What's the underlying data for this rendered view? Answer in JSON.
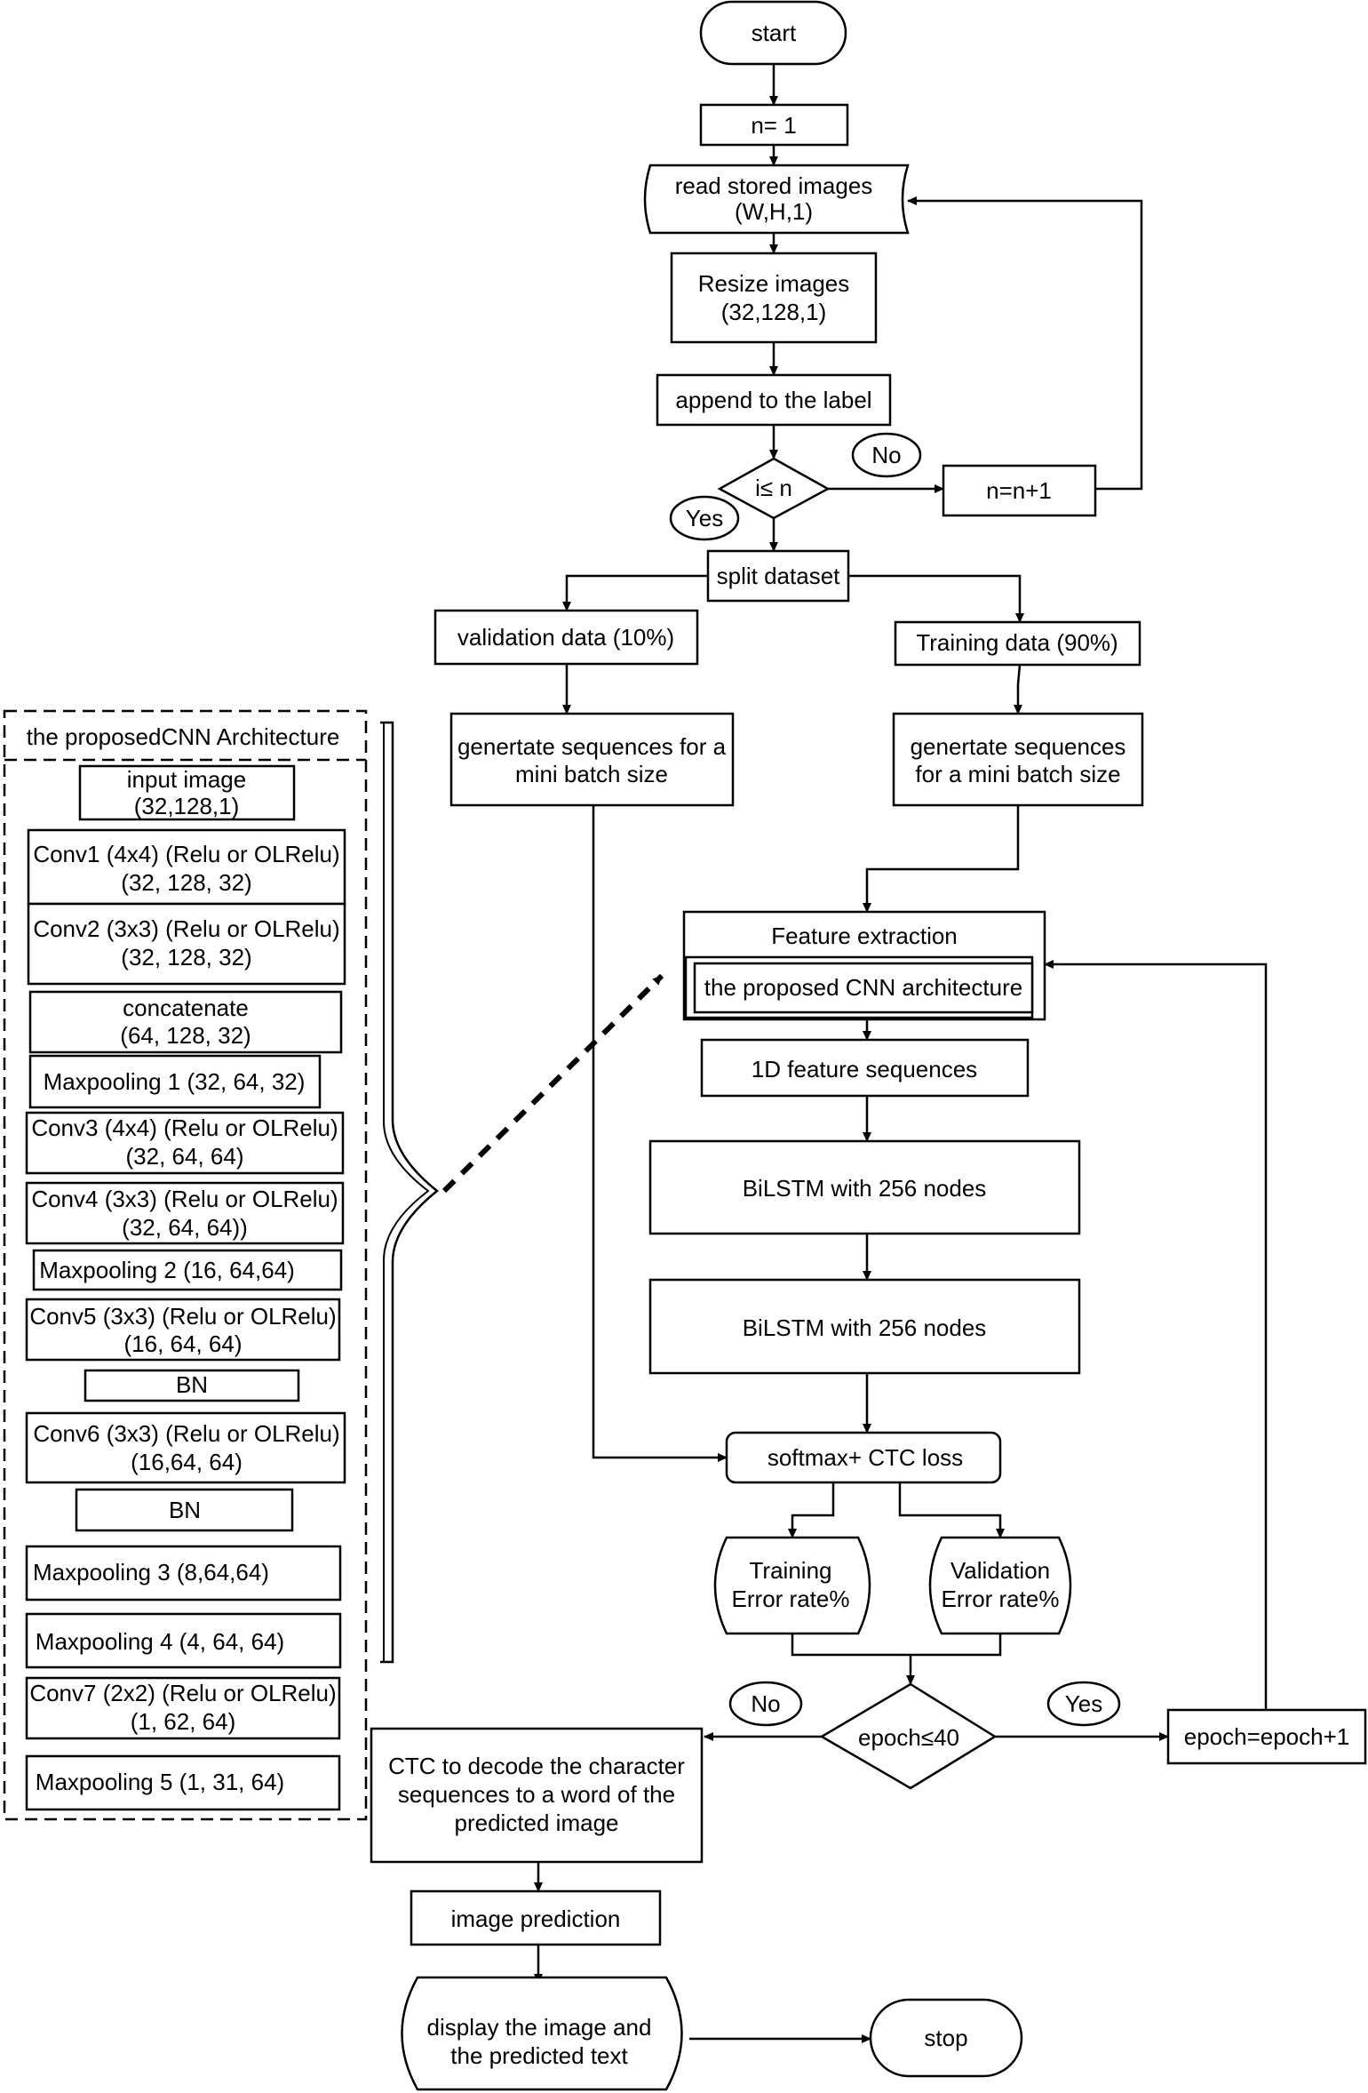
{
  "flow": {
    "start": "start",
    "n_init": "n= 1",
    "read_images": [
      "read stored images",
      "(W,H,1)"
    ],
    "resize": [
      "Resize images",
      "(32,128,1)"
    ],
    "append_label": "append to the label",
    "decision_i": "i≤ n",
    "no_1": "No",
    "yes_1": "Yes",
    "n_increment": "n=n+1",
    "split": "split dataset",
    "validation_data": "validation data (10%)",
    "training_data": "Training data (90%)",
    "gen_seq_val": [
      "genertate sequences for a",
      "mini batch size"
    ],
    "gen_seq_train": [
      "genertate sequences",
      "for a mini batch size"
    ],
    "feature_extraction": "Feature extraction",
    "proposed_cnn": "the proposed CNN architecture",
    "feature_seq": "1D feature sequences",
    "bilstm_1": "BiLSTM with 256 nodes",
    "bilstm_2": "BiLSTM with 256 nodes",
    "softmax": "softmax+ CTC loss",
    "train_err": [
      "Training",
      "Error rate%"
    ],
    "val_err": [
      "Validation",
      "Error rate%"
    ],
    "decision_epoch": "epoch≤40",
    "no_2": "No",
    "yes_2": "Yes",
    "epoch_increment": "epoch=epoch+1",
    "ctc_decode": [
      "CTC to decode the character",
      "sequences to a word of the",
      "predicted image"
    ],
    "image_prediction": "image prediction",
    "display": [
      "display the image and",
      "the predicted text"
    ],
    "stop": "stop"
  },
  "cnn": {
    "title": "the proposedCNN Architecture",
    "layers": [
      [
        "input image",
        "(32,128,1)"
      ],
      [
        "Conv1 (4x4) (Relu or OLRelu)",
        "(32, 128, 32)"
      ],
      [
        "Conv2 (3x3) (Relu or OLRelu)",
        "(32, 128, 32)"
      ],
      [
        "concatenate",
        "(64, 128, 32)"
      ],
      [
        "Maxpooling 1  (32, 64, 32)"
      ],
      [
        "Conv3 (4x4) (Relu or OLRelu)",
        "(32, 64, 64)"
      ],
      [
        "Conv4 (3x3) (Relu or OLRelu)",
        "(32, 64, 64))"
      ],
      [
        "Maxpooling 2 (16, 64,64)"
      ],
      [
        "Conv5 (3x3) (Relu or OLRelu)",
        "(16, 64, 64)"
      ],
      [
        "BN"
      ],
      [
        "Conv6 (3x3) (Relu or OLRelu)",
        "(16,64, 64)"
      ],
      [
        "BN"
      ],
      [
        "Maxpooling 3 (8,64,64)"
      ],
      [
        "Maxpooling 4 (4, 64, 64)"
      ],
      [
        "Conv7 (2x2) (Relu or OLRelu)",
        "(1, 62, 64)"
      ],
      [
        "Maxpooling 5 (1, 31, 64)"
      ]
    ]
  }
}
